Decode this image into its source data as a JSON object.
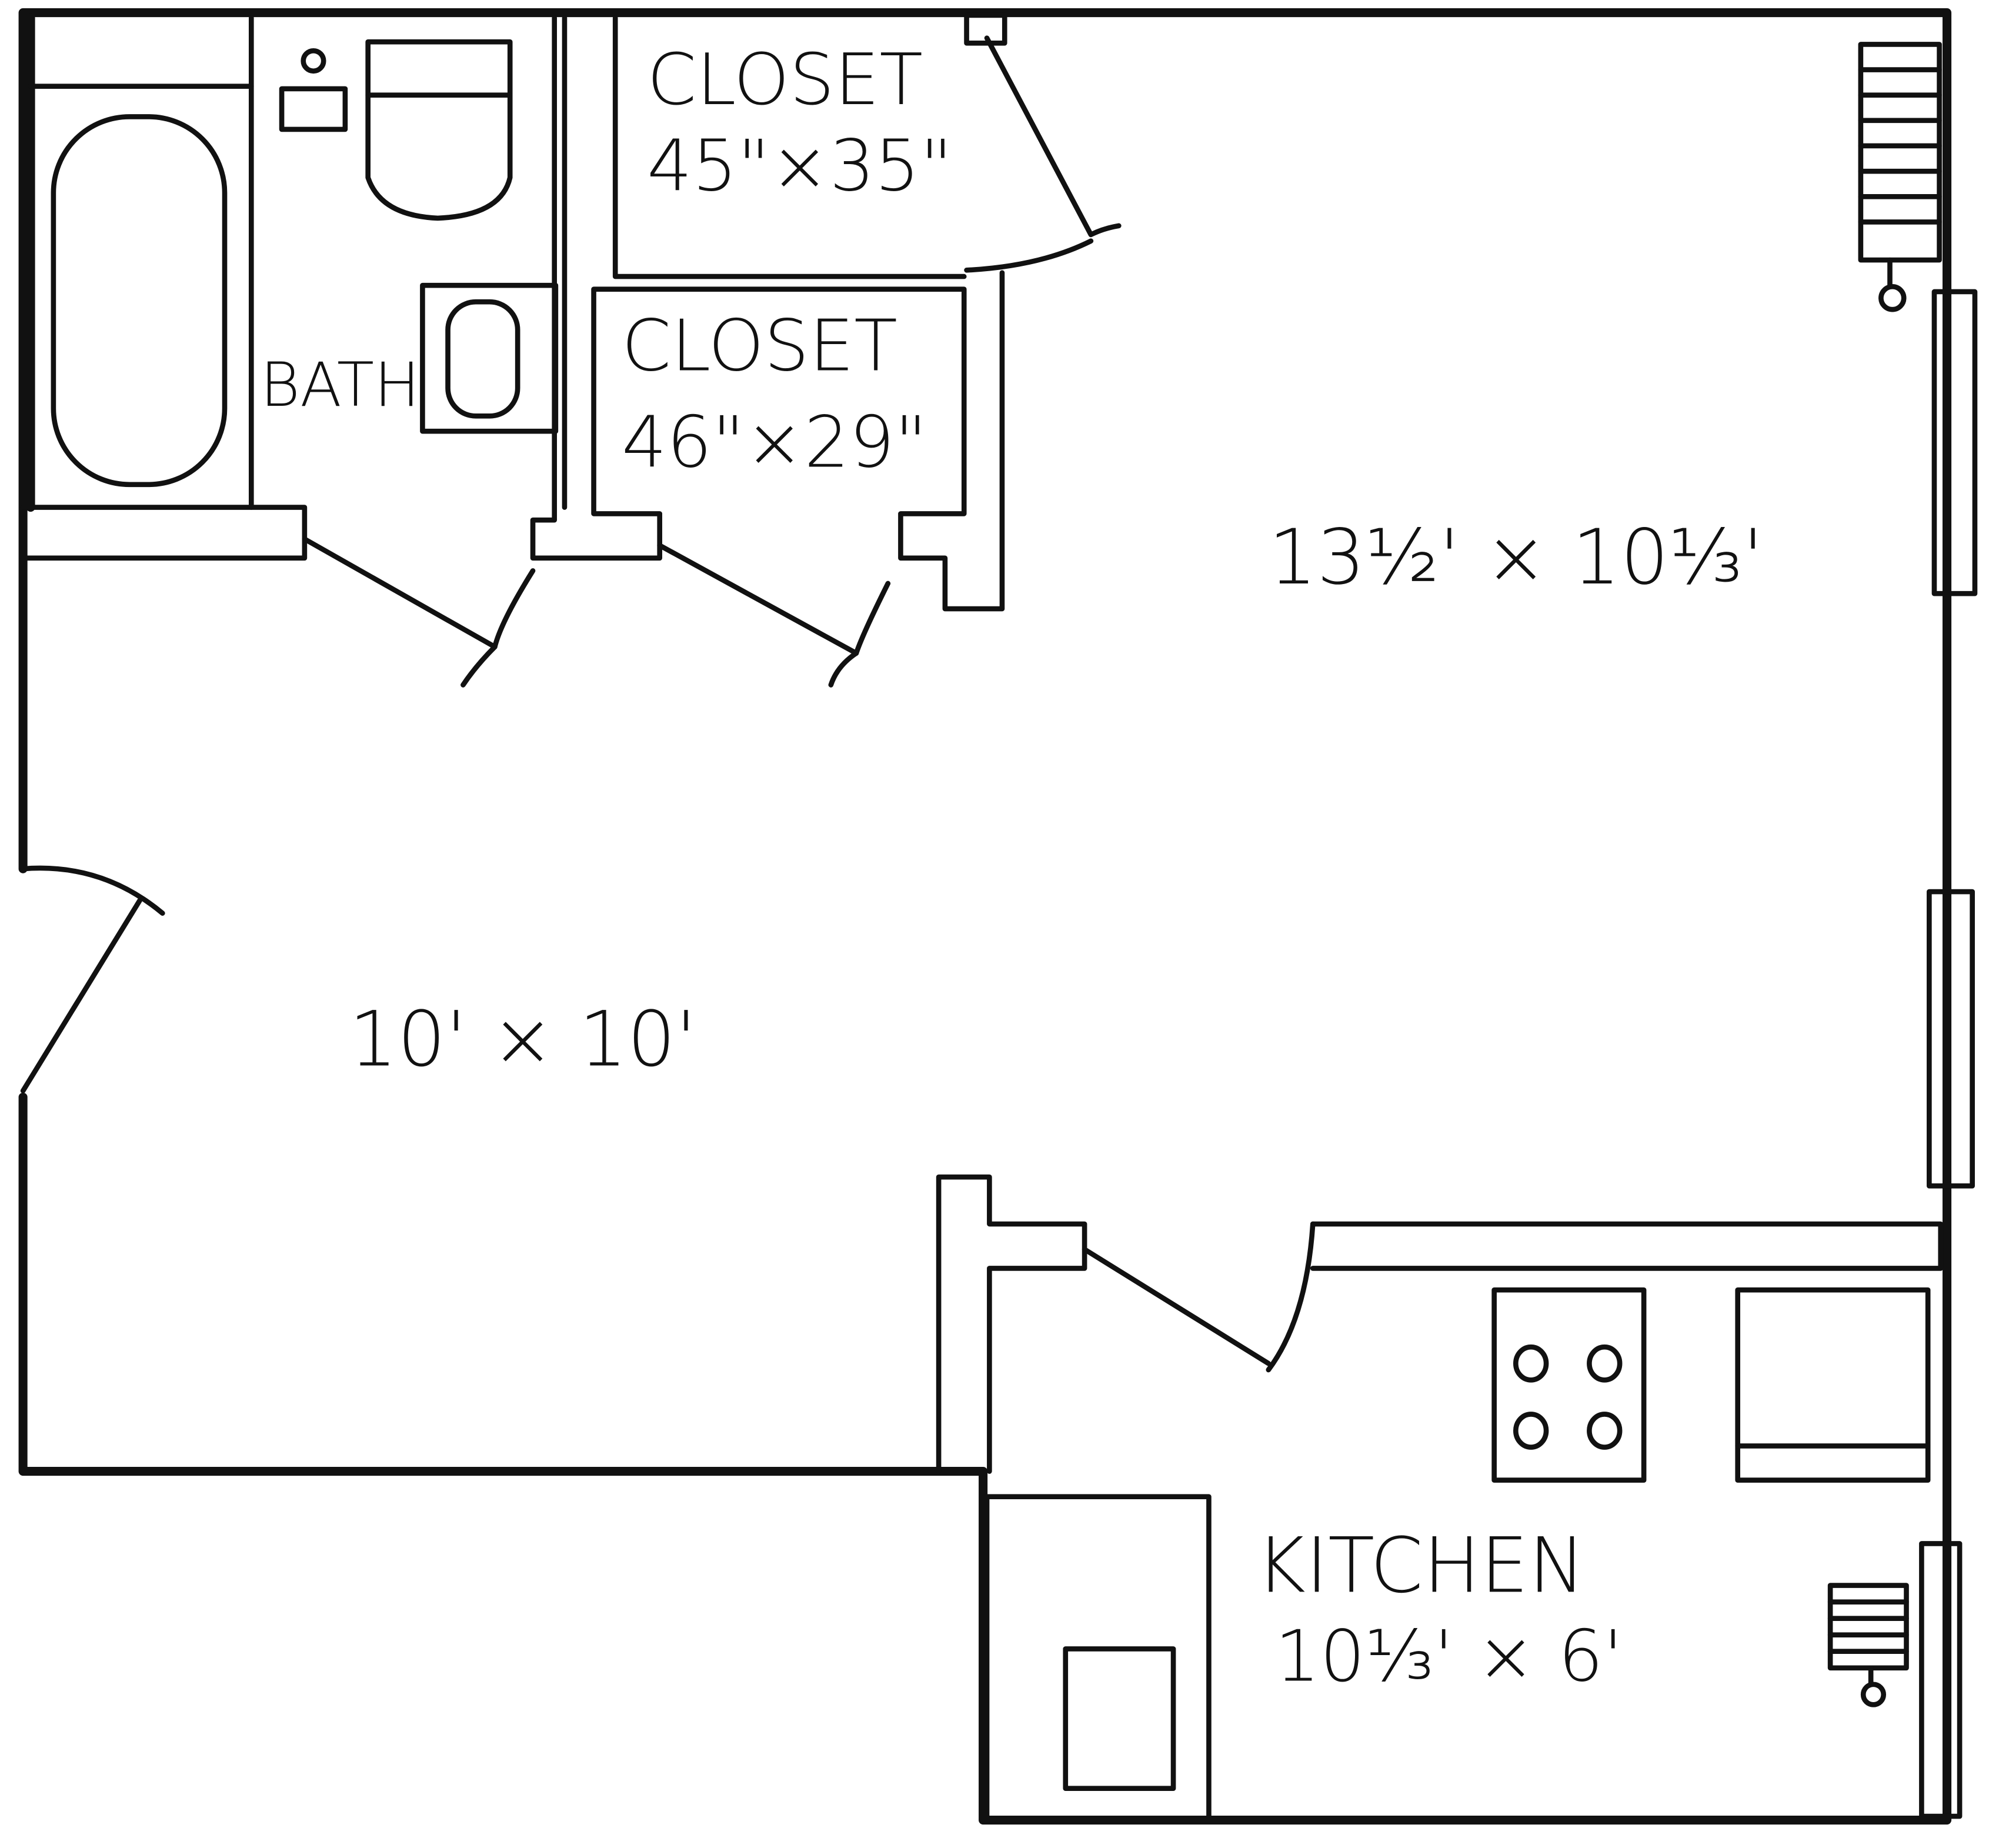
{
  "rooms": {
    "closet_1": {
      "name": "CLOSET",
      "size": "45\"×35\""
    },
    "bath": {
      "name": "BATH"
    },
    "closet_2": {
      "name": "CLOSET",
      "size": "46\"×29\""
    },
    "living": {
      "size": "13½' × 10⅓'"
    },
    "entry": {
      "size": "10' × 10'"
    },
    "kitchen": {
      "name": "KITCHEN",
      "size": "10⅓' × 6'"
    }
  },
  "colors": {
    "line": "#111111",
    "background": "#ffffff"
  }
}
